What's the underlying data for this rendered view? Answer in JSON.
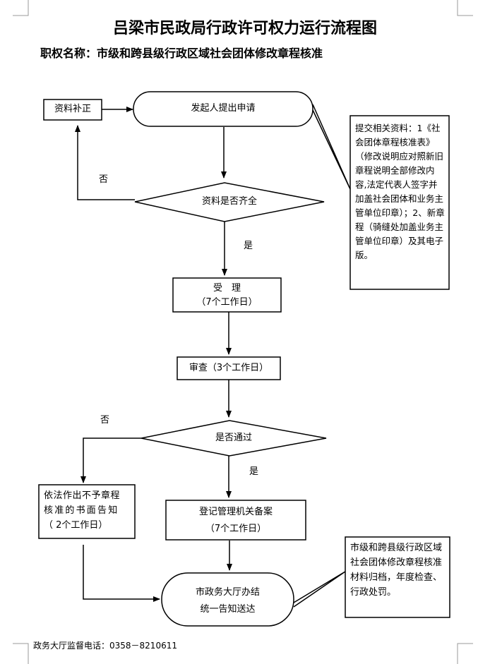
{
  "header": {
    "title": "吕梁市民政局行政许可权力运行流程图",
    "subtitle": "职权名称：市级和跨县级行政区域社会团体修改章程核准"
  },
  "flow": {
    "correction": "资料补正",
    "start": "发起人提出申请",
    "check_complete": "资料是否齐全",
    "no_1": "否",
    "yes_1": "是",
    "accept": "受　理",
    "accept_days": "（7个工作日）",
    "review": "审查（3个工作日）",
    "no_2": "否",
    "check_pass": "是否通过",
    "yes_2": "是",
    "reject_line1": "依法作出不予章程",
    "reject_line2": "核准的书面告知",
    "reject_line3": "（ 2个工作日）",
    "register": "登记管理机关备案",
    "register_days": "（7个工作日）",
    "end_line1": "市政务大厅办结",
    "end_line2": "统一告知送达"
  },
  "notes": {
    "materials": "提交相关资料：1《社会团体章程核准表》（修改说明应对照新旧章程说明全部修改内容,法定代表人签字并加盖社会团体和业务主管单位印章）；2、新章程（骑缝处加盖业务主管单位印章）及其电子版。",
    "archive": "市级和跨县级行政区域社会团体修改章程核准材料归档，年度检查、行政处罚。"
  },
  "footer": {
    "phone": "政务大厅监督电话：0358－8210611"
  }
}
